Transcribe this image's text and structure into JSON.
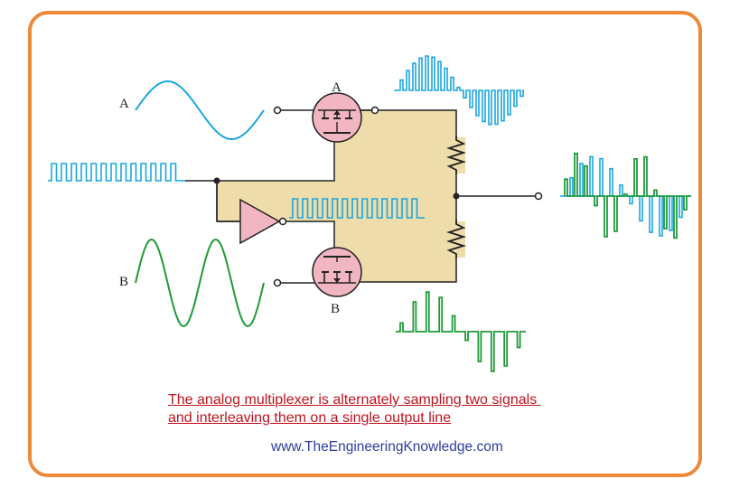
{
  "diagram": {
    "input_a_label": "A",
    "input_b_label": "B",
    "switch_a_label": "A",
    "switch_b_label": "B"
  },
  "caption": {
    "line1": "The analog multiplexer is alternately sampling two signals ",
    "line2": "and interleaving them on a single output line"
  },
  "website": "www.TheEngineeringKnowledge.com",
  "colors": {
    "frame": "#ec8a3a",
    "panel": "#eedcaa",
    "switch": "#f2b5c2",
    "signal_a": "#1aa6e0",
    "signal_b": "#1f9a3a",
    "caption": "#c1121c",
    "website": "#2d3fa0"
  }
}
